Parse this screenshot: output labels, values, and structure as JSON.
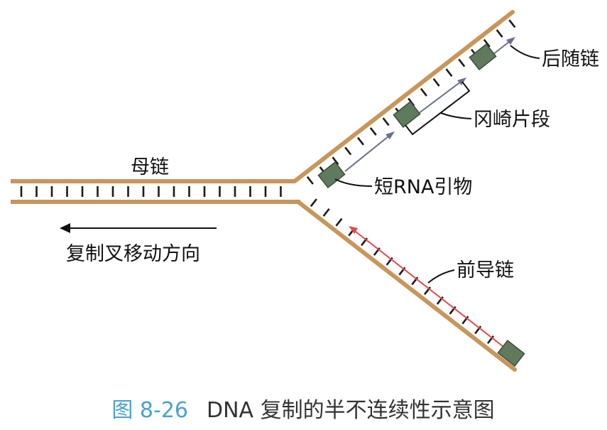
{
  "labels": {
    "parent_strand": "母链",
    "lagging_strand": "后随链",
    "okazaki_fragment": "冈崎片段",
    "rna_primer": "短RNA引物",
    "fork_direction": "复制叉移动方向",
    "leading_strand": "前导链"
  },
  "caption": {
    "figure_number": "图 8-26",
    "title": "DNA 复制的半不连续性示意图"
  },
  "colors": {
    "backbone": "#c8965a",
    "base_tick": "#1a1a1a",
    "primer_fill": "#5f7a5c",
    "primer_stroke": "#3b4f3a",
    "lagging_arrow": "#6a6f8e",
    "leading_arrow": "#e04a4a",
    "caption_number": "#4aa0d0",
    "caption_text": "#333333",
    "label_text": "#111111"
  }
}
